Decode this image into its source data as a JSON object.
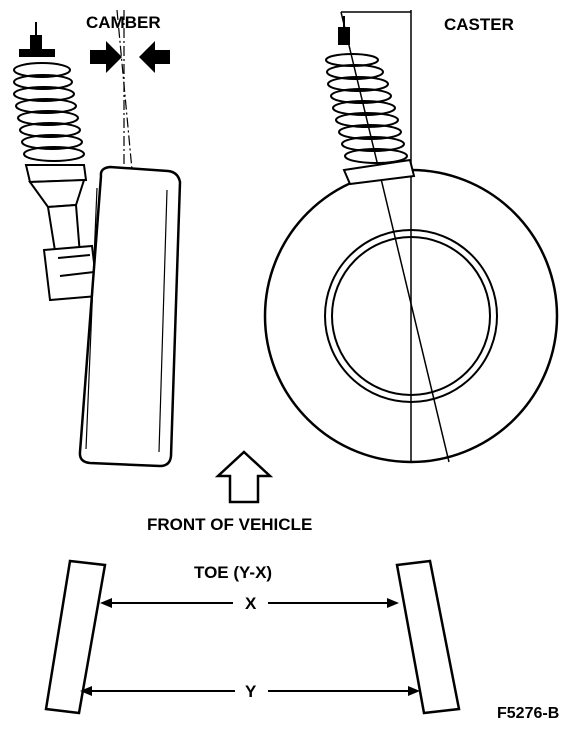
{
  "labels": {
    "camber": "CAMBER",
    "caster": "CASTER",
    "front_of_vehicle": "FRONT OF VEHICLE",
    "toe": "TOE (Y-X)",
    "x": "X",
    "y": "Y",
    "figure_id": "F5276-B"
  }
}
